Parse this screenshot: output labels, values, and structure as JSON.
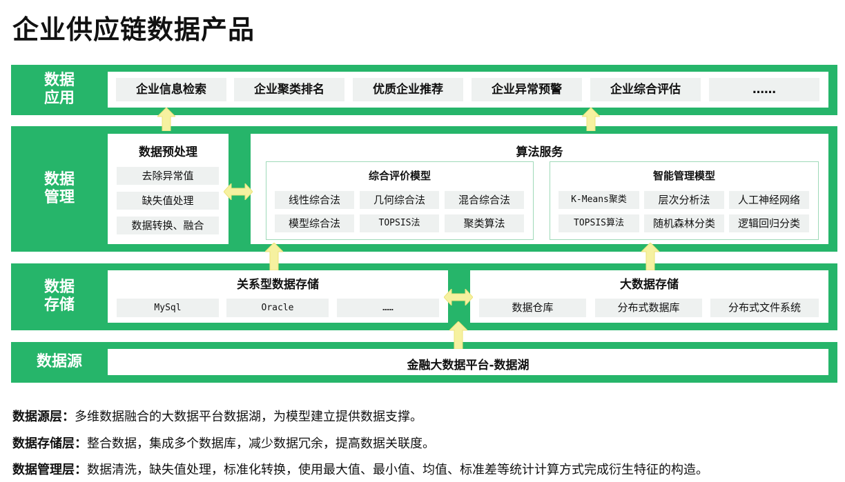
{
  "title": "企业供应链数据产品",
  "layers": {
    "app": {
      "label_1": "数据",
      "label_2": "应用",
      "items": [
        "企业信息检索",
        "企业聚类排名",
        "优质企业推荐",
        "企业异常预警",
        "企业综合评估",
        "……"
      ]
    },
    "mgmt": {
      "label_1": "数据",
      "label_2": "管理",
      "preprocess": {
        "title": "数据预处理",
        "items": [
          "去除异常值",
          "缺失值处理",
          "数据转换、融合"
        ]
      },
      "algo": {
        "title": "算法服务",
        "eval": {
          "title": "综合评价模型",
          "items": [
            "线性综合法",
            "几何综合法",
            "混合综合法",
            "模型综合法",
            "TOPSIS法",
            "聚类算法"
          ]
        },
        "smart": {
          "title": "智能管理模型",
          "items": [
            "K-Means聚类",
            "层次分析法",
            "人工神经网络",
            "TOPSIS算法",
            "随机森林分类",
            "逻辑回归分类"
          ]
        }
      }
    },
    "storage": {
      "label_1": "数据",
      "label_2": "存储",
      "relational": {
        "title": "关系型数据存储",
        "items": [
          "MySql",
          "Oracle",
          "……"
        ]
      },
      "bigdata": {
        "title": "大数据存储",
        "items": [
          "数据仓库",
          "分布式数据库",
          "分布式文件系统"
        ]
      }
    },
    "source": {
      "label": "数据源",
      "content": "金融大数据平台-数据湖"
    }
  },
  "descriptions": [
    {
      "label": "数据源层：",
      "text": "多维数据融合的大数据平台数据湖，为模型建立提供数据支撑。"
    },
    {
      "label": "数据存储层：",
      "text": "整合数据，集成多个数据库，减少数据冗余，提高数据关联度。"
    },
    {
      "label": "数据管理层：",
      "text": "数据清洗，缺失值处理，标准化转换，使用最大值、最小值、均值、标准差等统计计算方式完成衍生特征的构造。"
    }
  ],
  "colors": {
    "band": "#26b56a",
    "chip": "#eef1f0",
    "arrow": "#f6f1a0"
  }
}
